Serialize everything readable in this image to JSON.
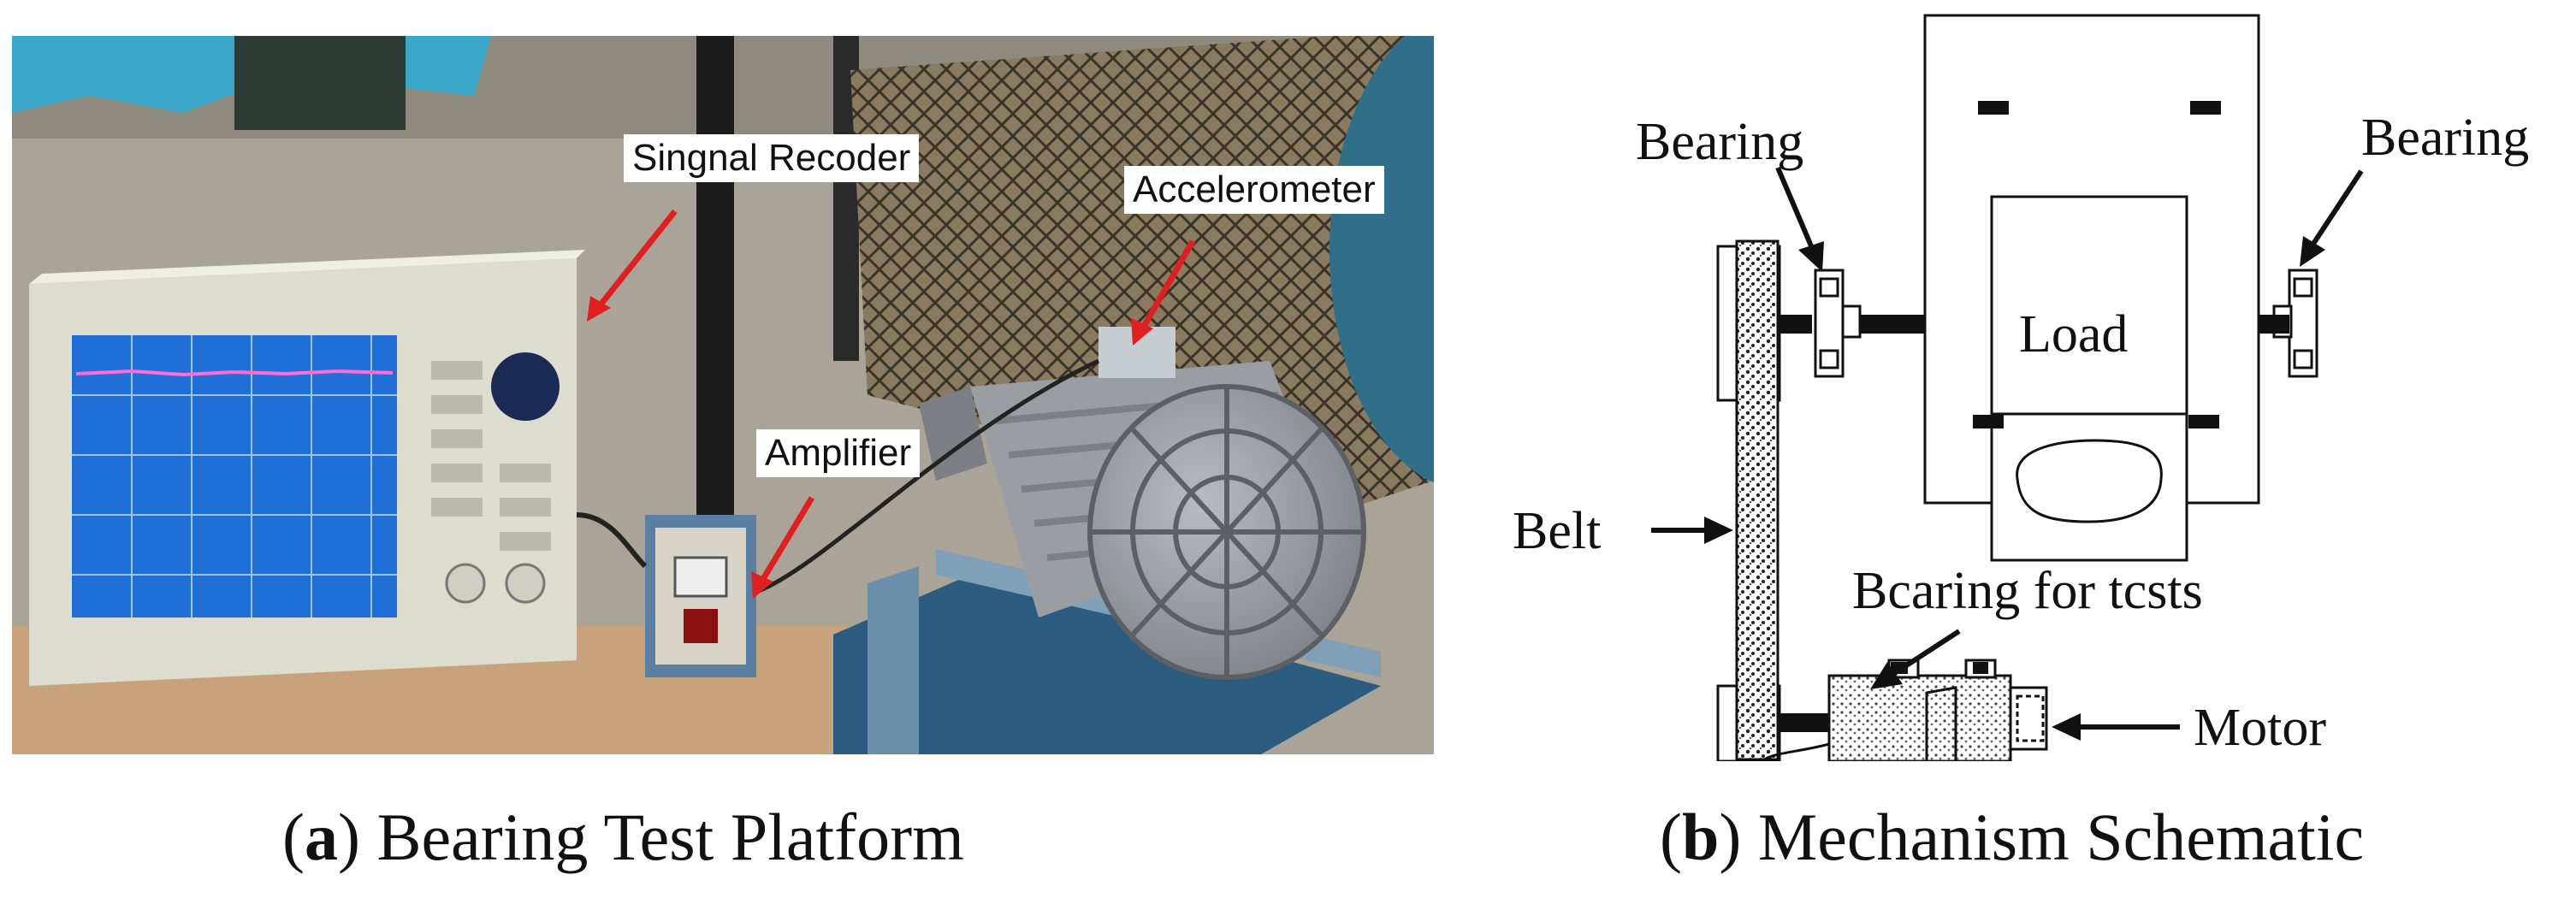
{
  "panel_a": {
    "callouts": {
      "signal_recorder": "Singnal Recoder",
      "accelerometer": "Accelerometer",
      "amplifier": "Amplifier"
    },
    "caption": {
      "letter": "a",
      "text": "Bearing Test Platform"
    }
  },
  "panel_b": {
    "labels": {
      "bearing_left": "Bearing",
      "bearing_right": "Bearing",
      "load": "Load",
      "belt": "Belt",
      "bearing_for_tests": "Bcaring for tcsts",
      "motor": "Motor"
    },
    "caption": {
      "letter": "b",
      "text": "Mechanism Schematic"
    }
  },
  "colors": {
    "arrow_red": "#e02020",
    "recorder_screen": "#1f6fd6",
    "motor_gray": "#9a9ea3"
  }
}
